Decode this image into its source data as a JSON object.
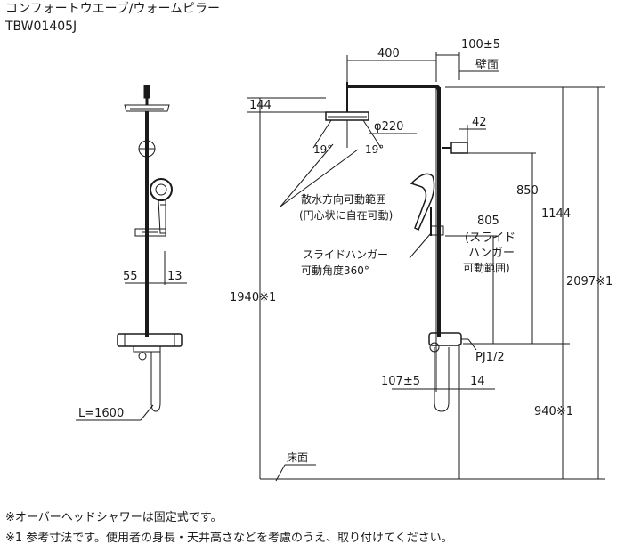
{
  "header": {
    "title": "コンフォートウエーブ/ウォームピラー",
    "model": "TBW01405J"
  },
  "front_view": {
    "dim_55": "55",
    "dim_13": "13",
    "hose_length": "L=1600"
  },
  "side_view": {
    "dim_400": "400",
    "dim_100": "100±5",
    "wall_label": "壁面",
    "dim_144": "144",
    "dim_phi220": "φ220",
    "angle_left": "19°",
    "angle_right": "19°",
    "dim_42": "42",
    "spray_range_line1": "散水方向可動範囲",
    "spray_range_line2": "(円心状に自在可動)",
    "dim_850": "850",
    "dim_1144": "1144",
    "dim_805": "805",
    "slide_range_line1": "(スライド",
    "slide_range_line2": "ハンガー",
    "slide_range_line3": "可動範囲)",
    "hanger_line1": "スライドハンガー",
    "hanger_line2": "可動角度360°",
    "dim_1940": "1940※1",
    "dim_2097": "2097※1",
    "pipe_thread": "PJ1/2",
    "dim_107": "107±5",
    "dim_14": "14",
    "dim_940": "940※1",
    "floor_label": "床面"
  },
  "notes": [
    "※オーバーヘッドシャワーは固定式です。",
    "※1 参考寸法です。使用者の身長・天井高さなどを考慮のうえ、取り付けてください。"
  ]
}
